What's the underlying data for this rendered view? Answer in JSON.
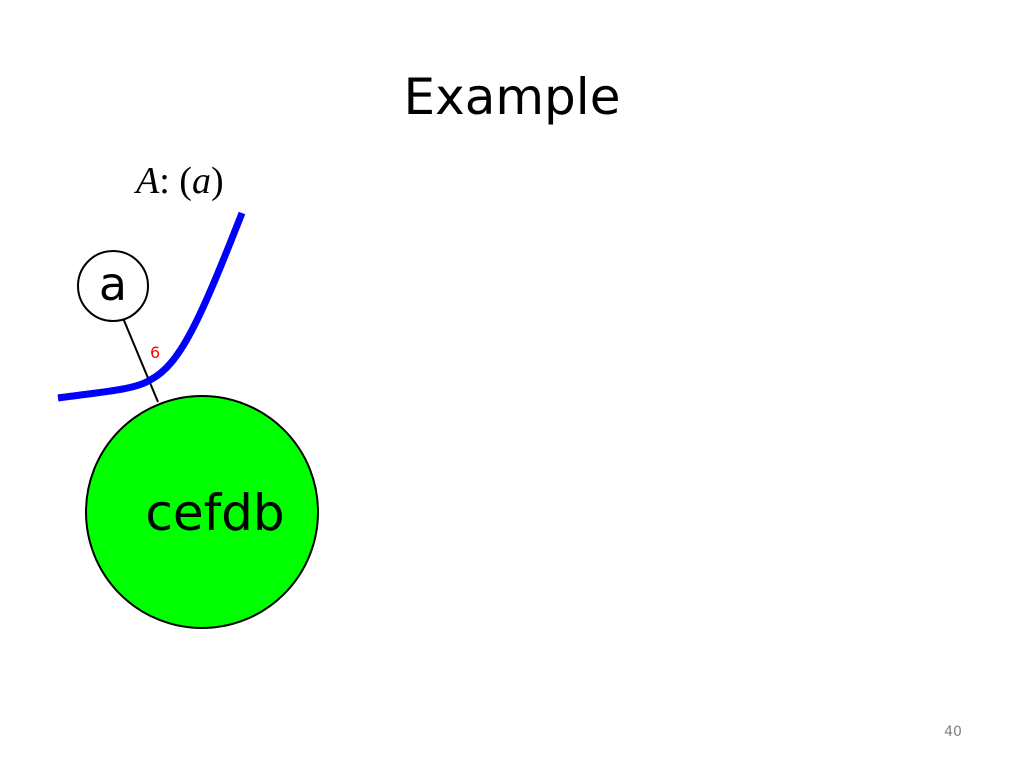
{
  "slide": {
    "title": "Example",
    "page_number": "40"
  },
  "caption": {
    "set_name": "A",
    "separator": ": (",
    "element": "a",
    "closing": ")"
  },
  "diagram": {
    "top_node_label": "a",
    "big_node_label": "cefdb",
    "edge_weight": "6",
    "colors": {
      "big_node_fill": "#00ff00",
      "cut_curve": "#0000ff",
      "edge_weight": "#ff0000",
      "node_stroke": "#000000",
      "top_node_fill": "#ffffff"
    }
  }
}
